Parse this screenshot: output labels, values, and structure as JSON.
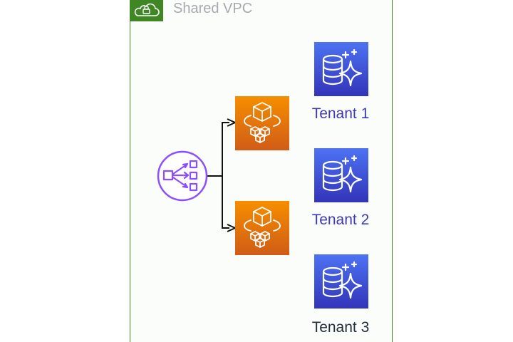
{
  "vpc": {
    "title": "Shared VPC",
    "border_color": "#3f8624",
    "badge_icon": "cloud-lock-icon"
  },
  "load_balancer": {
    "icon": "load-balancer-icon",
    "color": "#8c4fff"
  },
  "services": [
    {
      "icon": "ecs-service-icon"
    },
    {
      "icon": "ecs-service-icon"
    }
  ],
  "service_colors": {
    "top": "#f68e00",
    "bottom": "#d05c17"
  },
  "database_colors": {
    "top": "#4d72f3",
    "bottom": "#3334b9"
  },
  "tenants": [
    {
      "label": "Tenant 1",
      "icon": "aurora-database-icon",
      "label_color": "#3f3ab3"
    },
    {
      "label": "Tenant 2",
      "icon": "aurora-database-icon",
      "label_color": "#3f3ab3"
    },
    {
      "label": "Tenant 3",
      "icon": "aurora-database-icon",
      "label_color": "#232f3e"
    }
  ]
}
